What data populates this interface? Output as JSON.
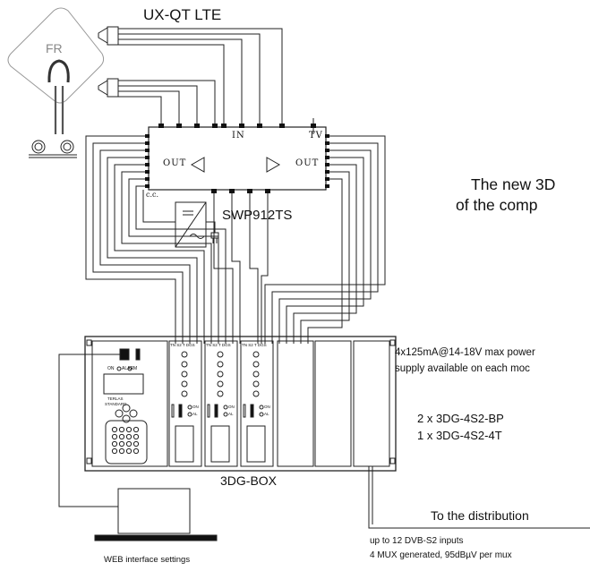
{
  "labels": {
    "lnb_title": "UX-QT LTE",
    "dish_marking": "FR",
    "switch_in": "IN",
    "switch_tv": "TV",
    "switch_out_left": "OUT",
    "switch_out_right": "OUT",
    "switch_cc": "c.c.",
    "psu": "SWP912TS",
    "intro_line1": "The new 3D",
    "intro_line2": "of the comp",
    "power_line1": "4x125mA@14-18V max power",
    "power_line2": "supply available on each moc",
    "modules_line1": "2 x 3DG-4S2-BP",
    "modules_line2": "1 x 3DG-4S2-4T",
    "box_name": "3DG-BOX",
    "distribution": "To the distribution",
    "web_settings": "WEB interface settings",
    "inputs_line": "up to 12 DVB-S2 inputs",
    "mux_line": "4 MUX generated, 95dBµV per mux",
    "ctrl_on": "ON",
    "ctrl_alarm": "ALARM",
    "ctrl_brand1": "TERLAS",
    "ctrl_brand2": "STANDARD",
    "module_header": "TN S2 T DGS",
    "module_on": "ON",
    "module_al": "AL"
  }
}
